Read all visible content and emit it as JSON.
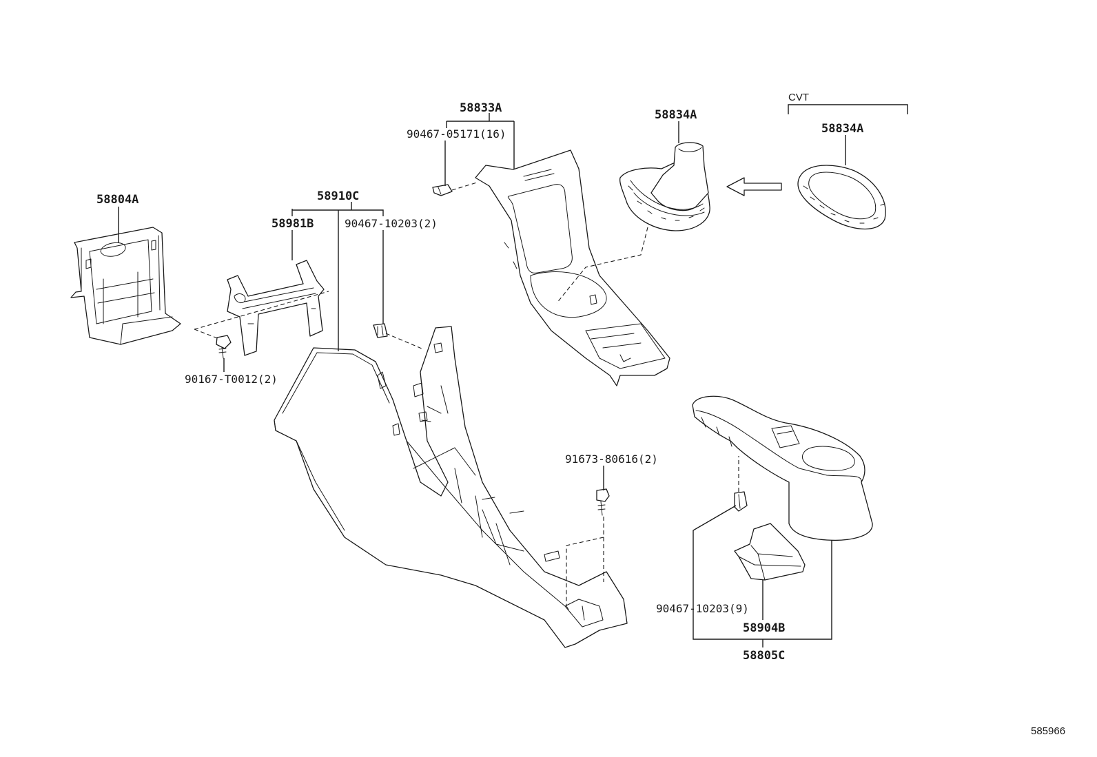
{
  "diagram": {
    "figure_id": "585966",
    "group_label": "CVT",
    "labels": {
      "p58804A": "58804A",
      "p58910C": "58910C",
      "p58981B": "58981B",
      "p90467_10203_2": "90467-10203(2)",
      "p90167_T0012": "90167-T0012(2)",
      "p58833A": "58833A",
      "p90467_05171": "90467-05171(16)",
      "p58834A_main": "58834A",
      "p58834A_cvt": "58834A",
      "p91673_80616": "91673-80616(2)",
      "p90467_10203_9": "90467-10203(9)",
      "p58904B": "58904B",
      "p58805C": "58805C"
    }
  }
}
